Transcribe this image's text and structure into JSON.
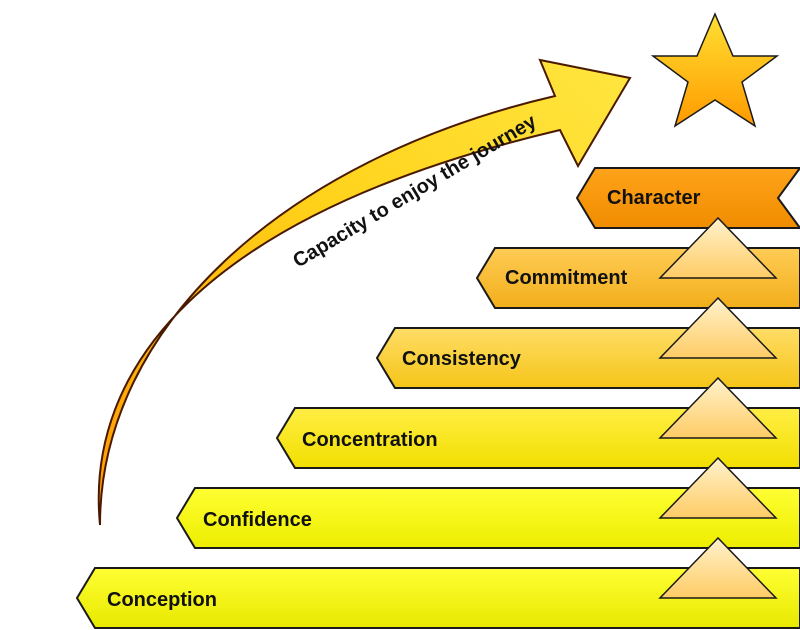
{
  "arrow": {
    "label": "Capacity to enjoy the journey"
  },
  "steps": [
    {
      "label": "Conception"
    },
    {
      "label": "Confidence"
    },
    {
      "label": "Concentration"
    },
    {
      "label": "Consistency"
    },
    {
      "label": "Commitment"
    },
    {
      "label": "Character"
    }
  ],
  "colors": {
    "outline": "#1a1a1a",
    "yellow": "#f5f500",
    "gold": "#ffc000",
    "orange": "#ff9900",
    "triangle_top": "#fff2cc",
    "triangle_bottom": "#ffc000",
    "star_top": "#ffd700",
    "star_bottom": "#ff9900"
  }
}
